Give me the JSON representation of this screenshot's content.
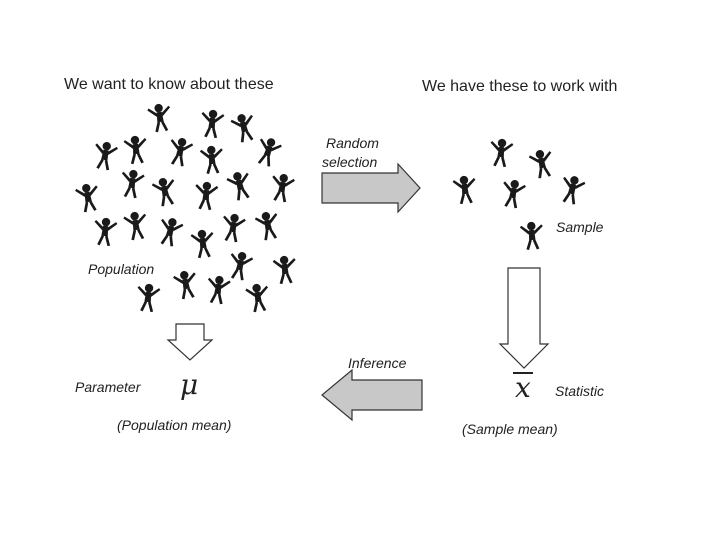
{
  "headings": {
    "left": "We want to know about these",
    "right": "We have these to work with"
  },
  "labels": {
    "random_selection_line1": "Random",
    "random_selection_line2": "selection",
    "sample": "Sample",
    "population": "Population",
    "inference": "Inference",
    "parameter": "Parameter",
    "parameter_symbol": "μ",
    "population_mean": "(Population mean)",
    "statistic_symbol": "x",
    "statistic": "Statistic",
    "sample_mean": "(Sample mean)"
  },
  "icons": {
    "person": "person-icon",
    "arrow": "block-arrow-icon"
  },
  "colors": {
    "figure": "#1a1a1a",
    "arrow_fill": "#c8c8c8",
    "arrow_stroke": "#333333"
  }
}
